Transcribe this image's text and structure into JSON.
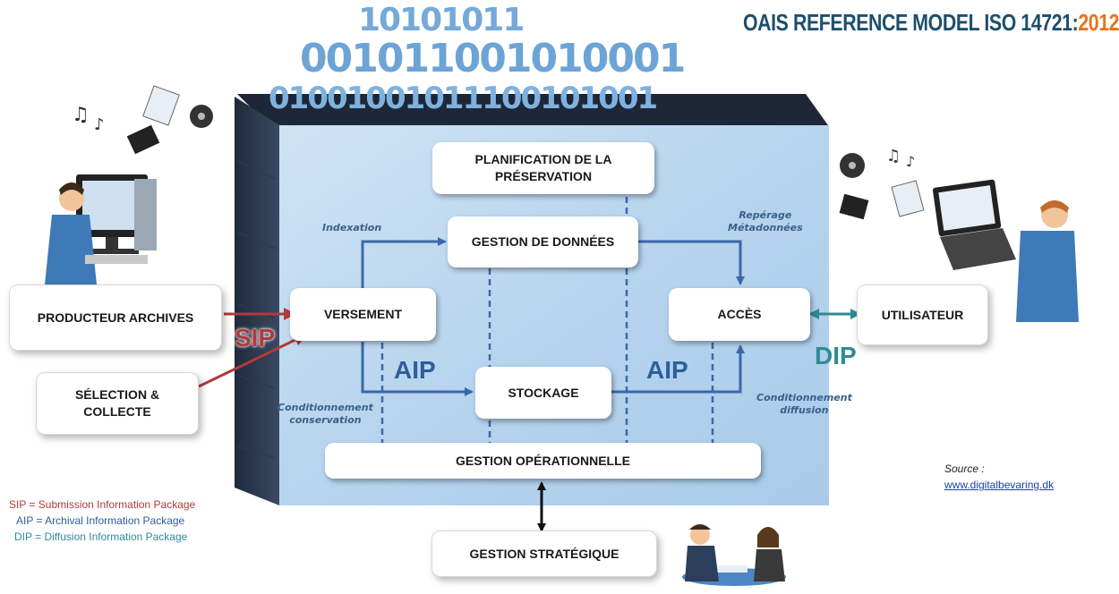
{
  "title": {
    "main": "OAIS REFERENCE MODEL ISO 14721:",
    "year": "2012"
  },
  "boxes": {
    "planification": "PLANIFICATION DE LA PRÉSERVATION",
    "gestion_donnees": "GESTION DE DONNÉES",
    "versement": "VERSEMENT",
    "acces": "ACCÈS",
    "stockage": "STOCKAGE",
    "gestion_operationnelle": "GESTION OPÉRATIONNELLE",
    "gestion_strategique": "GESTION STRATÉGIQUE",
    "producteur": "PRODUCTEUR ARCHIVES",
    "selection": "SÉLECTION & COLLECTE",
    "utilisateur": "UTILISATEUR"
  },
  "labels": {
    "indexation": "Indexation",
    "reperage": "Repérage\nMétadonnées",
    "cond_conservation": "Conditionnement\nconservation",
    "cond_diffusion": "Conditionnement\ndiffusion",
    "sip": "SIP",
    "aip_left": "AIP",
    "aip_right": "AIP",
    "dip": "DIP"
  },
  "legend": {
    "sip": "SIP = Submission Information Package",
    "aip": "AIP = Archival Information Package",
    "dip": "DIP = Diffusion Information Package"
  },
  "source": {
    "label": "Source :",
    "link": "www.digitalbevaring.dk"
  },
  "bits": {
    "row1": "10101011",
    "row2": "001011001010001",
    "row3": "01001001011100101001"
  },
  "colors": {
    "sip": "#b23a3a",
    "aip": "#2d5e9c",
    "dip": "#2f8a96",
    "panel": "#bcd8ef",
    "flow": "#3a68a8"
  }
}
